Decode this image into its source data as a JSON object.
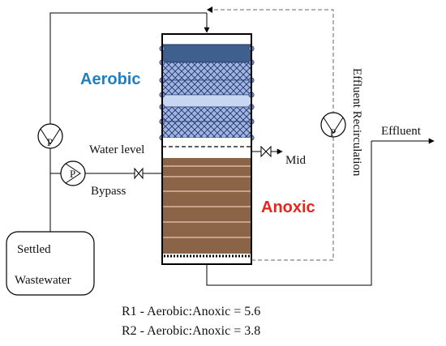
{
  "labels": {
    "aerobic": "Aerobic",
    "anoxic": "Anoxic",
    "water_level": "Water level",
    "mid": "Mid",
    "bypass": "Bypass",
    "effluent": "Effluent",
    "effluent_recirculation": "Effluent Recirculation",
    "settled": "Settled",
    "wastewater": "Wastewater",
    "pump_symbol": "P"
  },
  "ratios": [
    "R1 - Aerobic:Anoxic = 5.6",
    "R2 - Aerobic:Anoxic = 3.8"
  ],
  "colors": {
    "aerobic_label": "#1f7fc4",
    "anoxic_label": "#e8241c",
    "aerobic_dark_layer": "#3f5f8f",
    "aerobic_mesh_layer": "#9eb5e6",
    "aerobic_light_layer": "#c7d7f2",
    "anoxic_media": "#8b6347",
    "anoxic_separator": "#c9a088",
    "line": "#000000"
  },
  "icons": {
    "pump": "pump-icon",
    "valve": "valve-icon",
    "arrow": "arrow-icon"
  }
}
